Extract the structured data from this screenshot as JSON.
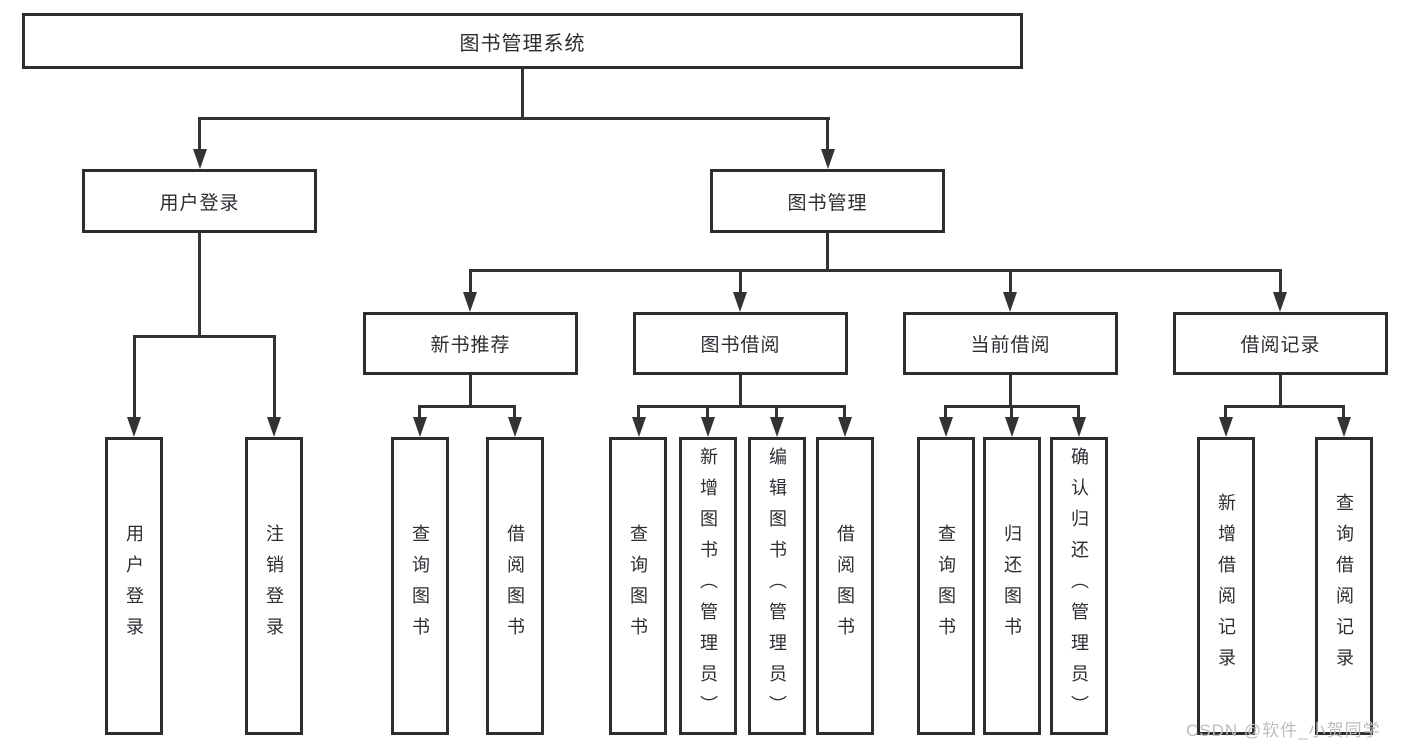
{
  "tree": {
    "root": {
      "label": "图书管理系统",
      "children": {
        "user_login": {
          "label": "用户登录",
          "children": {
            "leaf_user_login": {
              "label": "用户登录"
            },
            "leaf_logout": {
              "label": "注销登录"
            }
          }
        },
        "book_mgmt": {
          "label": "图书管理",
          "children": {
            "new_book_rec": {
              "label": "新书推荐",
              "children": {
                "query_books": {
                  "label": "查询图书"
                },
                "borrow_books": {
                  "label": "借阅图书"
                }
              }
            },
            "book_borrow": {
              "label": "图书借阅",
              "children": {
                "query_books": {
                  "label": "查询图书"
                },
                "add_books": {
                  "label": "新增图书（管理员）"
                },
                "edit_books": {
                  "label": "编辑图书（管理员）"
                },
                "borrow_books": {
                  "label": "借阅图书"
                }
              }
            },
            "current_borrow": {
              "label": "当前借阅",
              "children": {
                "query_books": {
                  "label": "查询图书"
                },
                "return_books": {
                  "label": "归还图书"
                },
                "confirm_return": {
                  "label": "确认归还（管理员）"
                }
              }
            },
            "borrow_records": {
              "label": "借阅记录",
              "children": {
                "add_record": {
                  "label": "新增借阅记录"
                },
                "query_record": {
                  "label": "查询借阅记录"
                }
              }
            }
          }
        }
      }
    }
  },
  "watermark": "CSDN @软件_小贺同学",
  "colors": {
    "line": "#333333",
    "box_border": "#2d2d2d",
    "text": "#2b2e33",
    "watermark": "#bdbdbd",
    "background": "#ffffff"
  }
}
